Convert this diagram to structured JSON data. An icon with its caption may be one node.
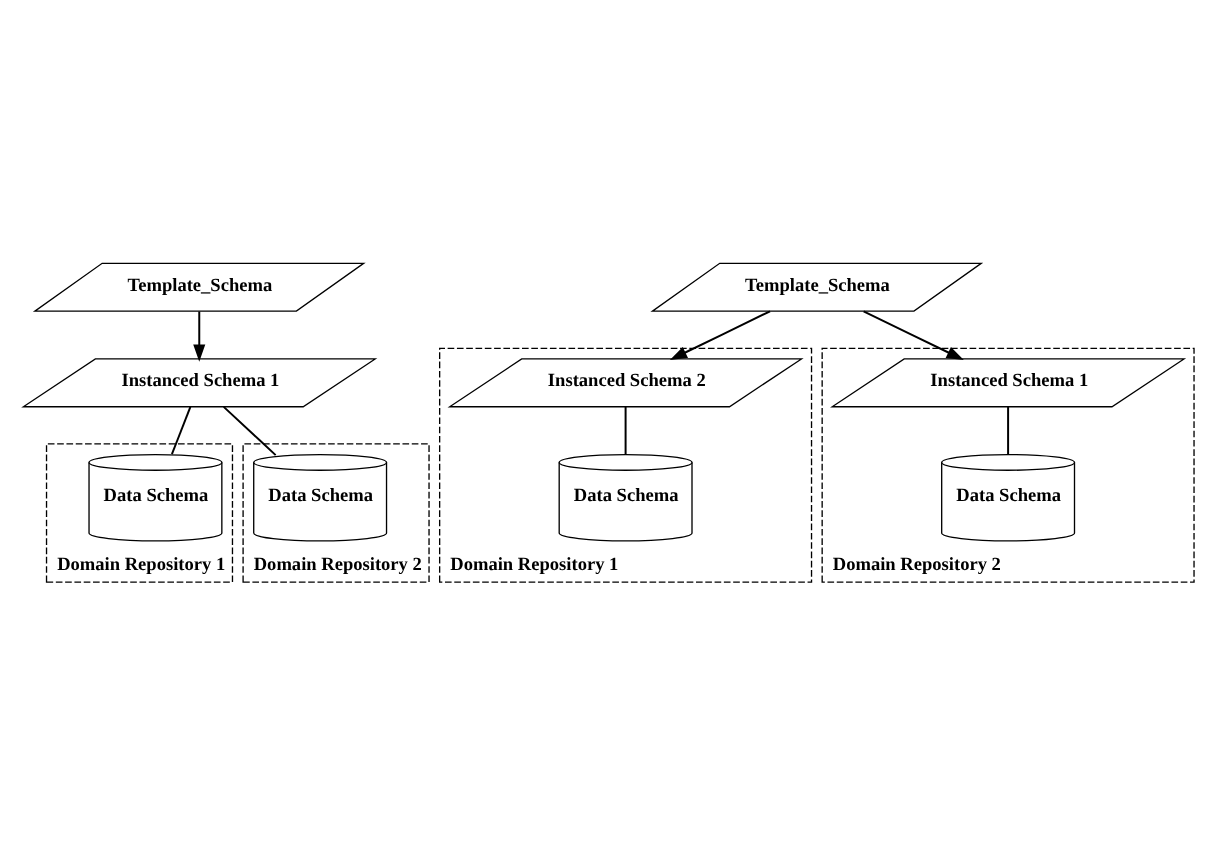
{
  "diagram": {
    "nodes": [
      {
        "text": [
          "Template_Schema"
        ]
      },
      {
        "text": [
          "Instanced Schema 1"
        ]
      },
      {
        "text": [
          "Domain Repository 1"
        ]
      },
      {
        "text": [
          "Data Schema"
        ],
        "in": 2
      },
      {
        "text": [
          "Domain Repository 2"
        ]
      },
      {
        "text": [
          "Data Schema"
        ],
        "in": 4
      },
      {
        "text": [
          "Template_Schema"
        ]
      },
      {
        "text": [
          "Domain Repository 1"
        ]
      },
      {
        "text": [
          "Instanced Schema 2"
        ],
        "in": 7
      },
      {
        "text": [
          "Data Schema"
        ],
        "in": 7
      },
      {
        "text": [
          "Domain Repository 2"
        ]
      },
      {
        "text": [
          "Instanced Schema 1"
        ],
        "in": 10
      },
      {
        "text": [
          "Data Schema"
        ],
        "in": 10
      }
    ],
    "edges": [
      {
        "from": 0,
        "to": 1,
        "arrow": "to"
      },
      {
        "from": 1,
        "to": 3,
        "arrow": "none"
      },
      {
        "from": 1,
        "to": 5,
        "arrow": "none"
      },
      {
        "from": 6,
        "to": 8,
        "arrow": "to"
      },
      {
        "from": 6,
        "to": 11,
        "arrow": "to"
      },
      {
        "from": 8,
        "to": 9,
        "arrow": "none"
      },
      {
        "from": 11,
        "to": 12,
        "arrow": "none"
      }
    ]
  }
}
